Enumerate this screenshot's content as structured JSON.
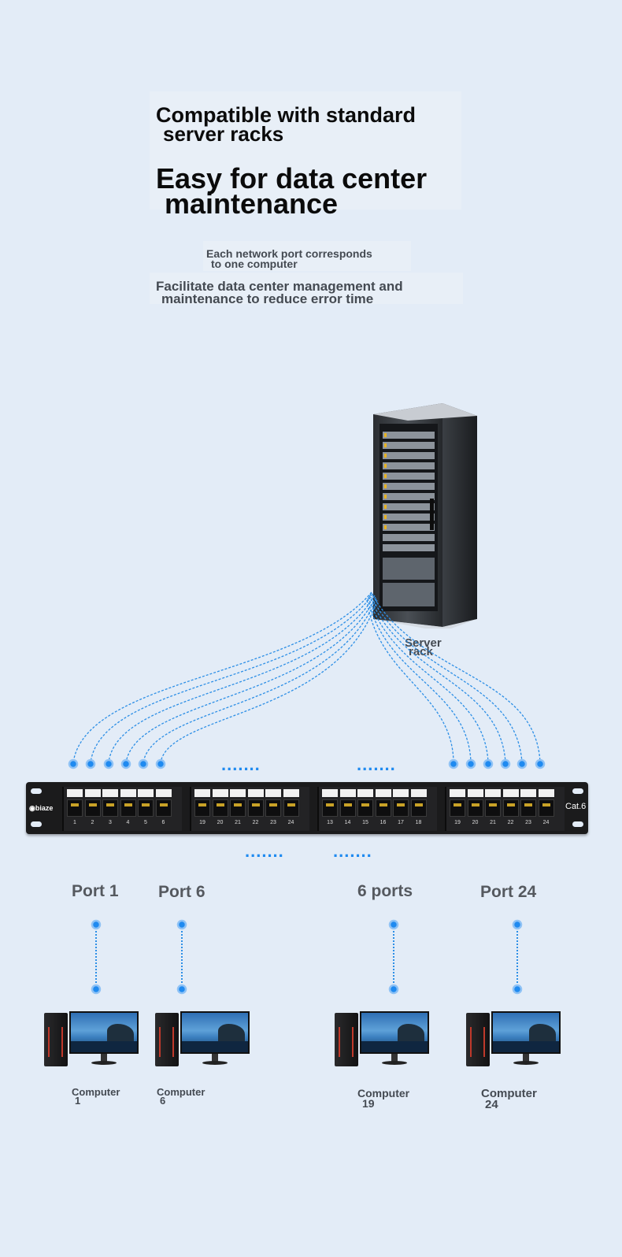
{
  "headline": {
    "line1": "Compatible with standard",
    "line2": "server racks",
    "line3": "Easy for data center",
    "line4": "maintenance"
  },
  "description": {
    "p1_line1": "Each network port corresponds",
    "p1_line2": "to one computer",
    "p2_line1": "Facilitate data center management and",
    "p2_line2": "maintenance to reduce error time"
  },
  "server": {
    "label_line1": "Server",
    "label_line2": "rack"
  },
  "patch_panel": {
    "brand": "biaze",
    "category": "Cat.6",
    "groups": [
      [
        "1",
        "2",
        "3",
        "4",
        "5",
        "6"
      ],
      [
        "19",
        "20",
        "21",
        "22",
        "23",
        "24"
      ],
      [
        "13",
        "14",
        "15",
        "16",
        "17",
        "18"
      ],
      [
        "19",
        "20",
        "21",
        "22",
        "23",
        "24"
      ]
    ],
    "ellipsis": "......."
  },
  "ports": [
    {
      "label": "Port 1",
      "computer_line1": "Computer",
      "computer_line2": "1"
    },
    {
      "label": "Port 6",
      "computer_line1": "Computer",
      "computer_line2": "6"
    },
    {
      "label": "6 ports",
      "computer_line1": "Computer",
      "computer_line2": "19"
    },
    {
      "label": "Port 24",
      "computer_line1": "Computer",
      "computer_line2": "24"
    }
  ],
  "colors": {
    "background": "#e3ecf7",
    "cable": "#2d8fe6",
    "node": "#1f8af0",
    "panel": "#1a1a1a"
  }
}
